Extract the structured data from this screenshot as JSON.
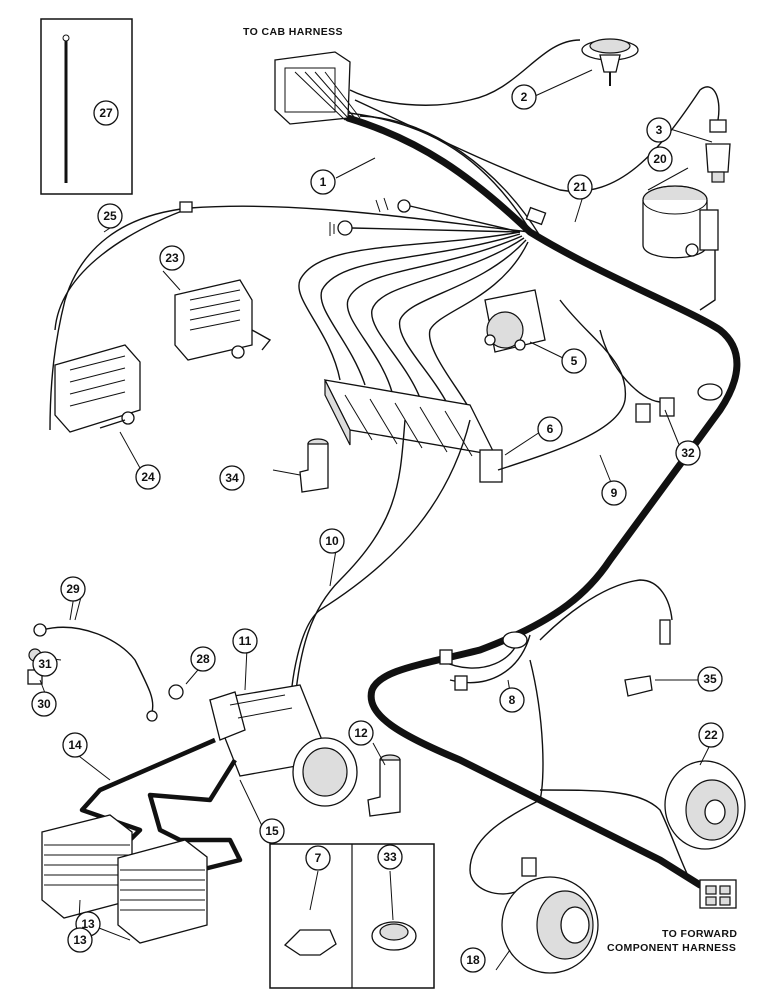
{
  "captions": {
    "cab_harness": "TO CAB HARNESS",
    "forward_harness_line1": "TO FORWARD",
    "forward_harness_line2": "COMPONENT HARNESS"
  },
  "callouts": [
    "1",
    "2",
    "3",
    "5",
    "6",
    "7",
    "8",
    "9",
    "10",
    "11",
    "12",
    "13",
    "13",
    "14",
    "15",
    "18",
    "20",
    "21",
    "22",
    "23",
    "24",
    "25",
    "27",
    "28",
    "29",
    "30",
    "31",
    "32",
    "33",
    "34",
    "35"
  ]
}
